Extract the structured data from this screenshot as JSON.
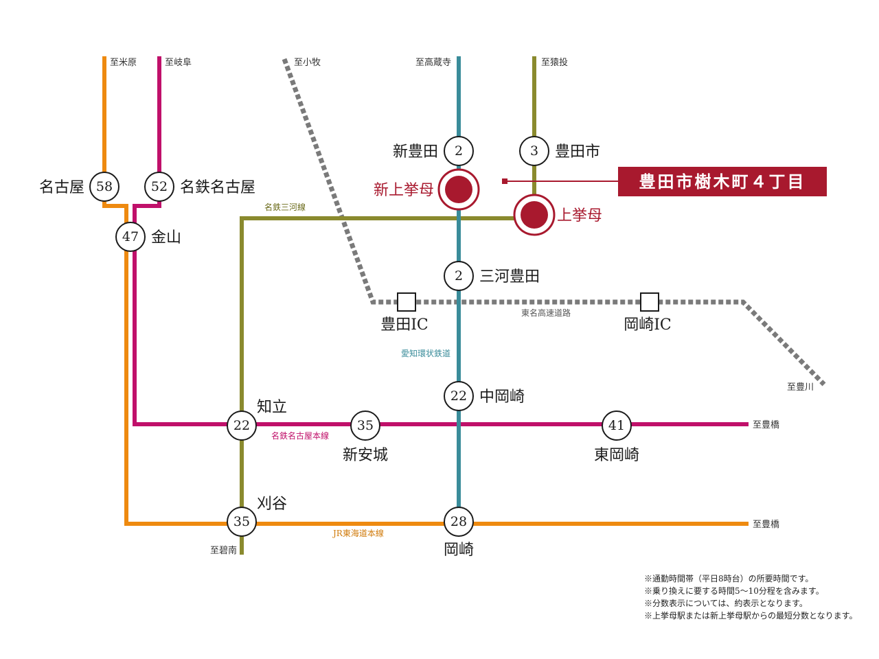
{
  "colors": {
    "jr_orange": "#ee8a10",
    "meitetsu_magenta": "#c0106a",
    "mikawa_olive": "#8a8a2e",
    "aichi_teal": "#3a8c9a",
    "highway_gray": "#7a7a7a",
    "accent_red": "#a8192e"
  },
  "destinations": {
    "maibara": "至米原",
    "gifu": "至岐阜",
    "komaki": "至小牧",
    "kozoji": "至高蔵寺",
    "sanage": "至猿投",
    "toyokawa": "至豊川",
    "toyohashi_meitetsu": "至豊橋",
    "toyohashi_jr": "至豊橋",
    "hekinan": "至碧南"
  },
  "line_names": {
    "mikawa": "名鉄三河線",
    "meitetsu_main": "名鉄名古屋本線",
    "jr_tokaido": "JR東海道本線",
    "aichi_loop": "愛知環状鉄道",
    "tomei": "東名高速道路"
  },
  "stations": {
    "nagoya": {
      "name": "名古屋",
      "minutes": "58"
    },
    "meitetsu_nagoya": {
      "name": "名鉄名古屋",
      "minutes": "52"
    },
    "kanayama": {
      "name": "金山",
      "minutes": "47"
    },
    "shin_toyota": {
      "name": "新豊田",
      "minutes": "2"
    },
    "toyotashi": {
      "name": "豊田市",
      "minutes": "3"
    },
    "shin_uwagoromo": {
      "name": "新上挙母"
    },
    "uwagoromo": {
      "name": "上挙母"
    },
    "mikawa_toyota": {
      "name": "三河豊田",
      "minutes": "2"
    },
    "chiryu": {
      "name": "知立",
      "minutes": "22"
    },
    "shin_anjo": {
      "name": "新安城",
      "minutes": "35"
    },
    "naka_okazaki": {
      "name": "中岡崎",
      "minutes": "22"
    },
    "higashi_okazaki": {
      "name": "東岡崎",
      "minutes": "41"
    },
    "kariya": {
      "name": "刈谷",
      "minutes": "35"
    },
    "okazaki": {
      "name": "岡崎",
      "minutes": "28"
    }
  },
  "interchanges": {
    "toyota_ic": "豊田IC",
    "okazaki_ic": "岡崎IC"
  },
  "property_banner": "豊田市樹木町４丁目",
  "notes": [
    "※通勤時間帯（平日8時台）の所要時間です。",
    "※乗り換えに要する時間5～10分程を含みます。",
    "※分数表示については、約表示となります。",
    "※上挙母駅または新上挙母駅からの最短分数となります。"
  ]
}
